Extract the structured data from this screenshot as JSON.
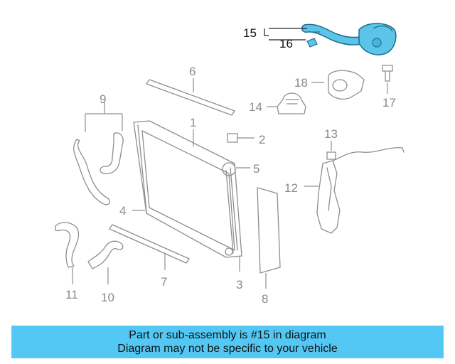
{
  "callouts": {
    "c1": "1",
    "c2": "2",
    "c3": "3",
    "c4": "4",
    "c5": "5",
    "c6": "6",
    "c7": "7",
    "c8": "8",
    "c9": "9",
    "c10": "10",
    "c11": "11",
    "c12": "12",
    "c13": "13",
    "c14": "14",
    "c15": "15",
    "c16": "16",
    "c17": "17",
    "c18": "18"
  },
  "highlight": {
    "part": "15",
    "color": "#5bc4e8"
  },
  "banner": {
    "line1": "Part or sub-assembly is #15 in diagram",
    "line2": "Diagram may not be specific to your vehicle",
    "color": "#53c8f4"
  }
}
